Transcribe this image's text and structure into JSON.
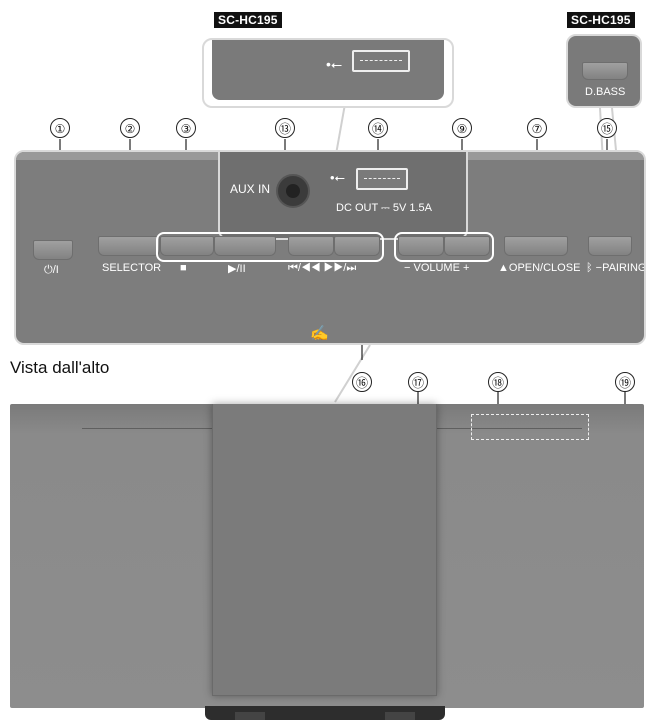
{
  "model_badges": [
    "SC-HC195",
    "SC-HC195"
  ],
  "callouts": [
    "①",
    "②",
    "③",
    "⑬",
    "⑭",
    "⑨",
    "⑦",
    "⑮",
    "⑯",
    "⑰",
    "⑱",
    "⑲"
  ],
  "inset_dbass_label": "D.BASS",
  "labels": {
    "power": "⏻/I",
    "selector": "SELECTOR",
    "stop": "■",
    "play_pause": "▶/II",
    "skip": "⏮/◀◀  ▶▶/⏭",
    "volume": "− VOLUME +",
    "open_close": "▲OPEN/CLOSE",
    "pairing": "ᛒ −PAIRING",
    "aux_in": "AUX IN",
    "dc_out": "DC OUT ⎓ 5V 1.5A",
    "usb_symbol": "•⭠"
  },
  "view_caption": "Vista dall'alto",
  "icons": {
    "touch": "touch-sensor-icon",
    "usb": "usb-icon",
    "bluetooth": "bluetooth-icon"
  }
}
